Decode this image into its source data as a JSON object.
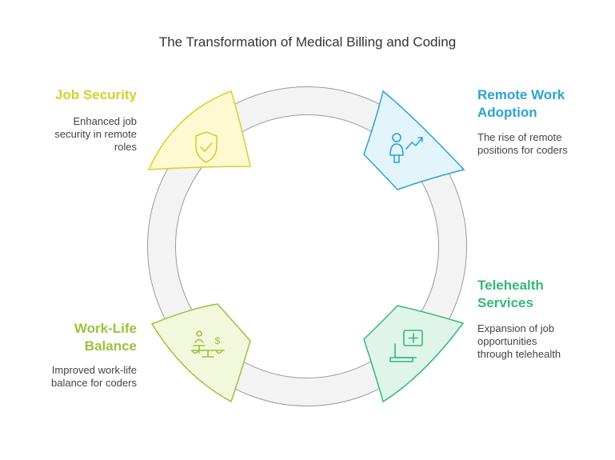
{
  "title": "The Transformation of Medical Billing and Coding",
  "segments": [
    {
      "heading": "Job Security",
      "description": "Enhanced job\nsecurity in remote\nroles",
      "color": "#d9cf2b",
      "fill": "#fdf9d1",
      "icon": "shield-check-icon"
    },
    {
      "heading": "Remote Work\nAdoption",
      "description": "The rise of remote\npositions for coders",
      "color": "#2aa3d4",
      "fill": "#e3f4fb",
      "icon": "person-growth-icon"
    },
    {
      "heading": "Telehealth\nServices",
      "description": "Expansion of job\nopportunities\nthrough telehealth",
      "color": "#35b87a",
      "fill": "#dff5ea",
      "icon": "telehealth-laptop-icon"
    },
    {
      "heading": "Work-Life\nBalance",
      "description": "Improved work-life\nbalance for coders",
      "color": "#9dc23a",
      "fill": "#f1f8dc",
      "icon": "balance-scale-icon"
    }
  ]
}
